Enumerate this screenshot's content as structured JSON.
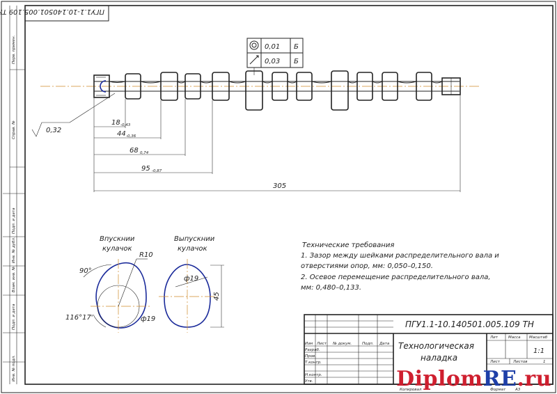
{
  "drawing": {
    "code_rotated": "ПГУ1.1-10.140501.005.109 ТН",
    "side_labels": [
      "Перв. примен.",
      "Справ. №",
      "Подп. и дата",
      "Инв. № дубл.",
      "Взам. инв. №",
      "Подп. и дата",
      "Инв. № подл."
    ],
    "tolerance_frame": {
      "row1_value": "0,01",
      "row1_datum": "Б",
      "row2_value": "0,03",
      "row2_datum": "Б"
    },
    "roughness": "0,32",
    "dimensions": {
      "d18": "18",
      "d18_tol": "-0,43",
      "d44": "44",
      "d44_tol": "-0,36",
      "d68": "68",
      "d68_tol": "0,74",
      "d95": "95",
      "d95_tol": "-0,87",
      "total": "305"
    },
    "cams": {
      "intake_title": [
        "Впускнии",
        "кулачок"
      ],
      "exhaust_title": [
        "Выпускнии",
        "кулачок"
      ],
      "r10": "R10",
      "angle90": "90°",
      "angle116": "116°17'",
      "phi19_left": "ф19",
      "phi19_right": "ф19",
      "height": "45"
    },
    "requirements": {
      "title": "Технические требования",
      "line1": "1. Зазор между шейками распределительного вала и",
      "line2": "отверстиями опор, мм: 0,050–0,150.",
      "line3": "2. Осевое перемещение распределительного вала,",
      "line4": "мм: 0,480–0,133."
    }
  },
  "title_block": {
    "code": "ПГУ1.1-10.140501.005.109 ТН",
    "name_line1": "Технологическая",
    "name_line2": "наладка",
    "header_lit": "Лит",
    "header_mass": "Масса",
    "header_scale": "Масштаб",
    "scale_value": "1:1",
    "sheet_label": "Лист",
    "sheets_label": "Листов",
    "sheets_value": "1",
    "col_izm": "Изм",
    "col_list": "Лист",
    "col_doc": "№ докум.",
    "col_sign": "Подп.",
    "col_date": "Дата",
    "row_razrab": "Разраб.",
    "row_prov": "Пров.",
    "row_tkontr": "Т.контр.",
    "row_nkontr": "Н.контр.",
    "row_utv": "Утв.",
    "kopiroval": "Копировал",
    "format": "Формат",
    "format_value": "А3"
  },
  "watermark": {
    "part1": "Diplom",
    "part2": "RE",
    "part3": ".ru"
  }
}
